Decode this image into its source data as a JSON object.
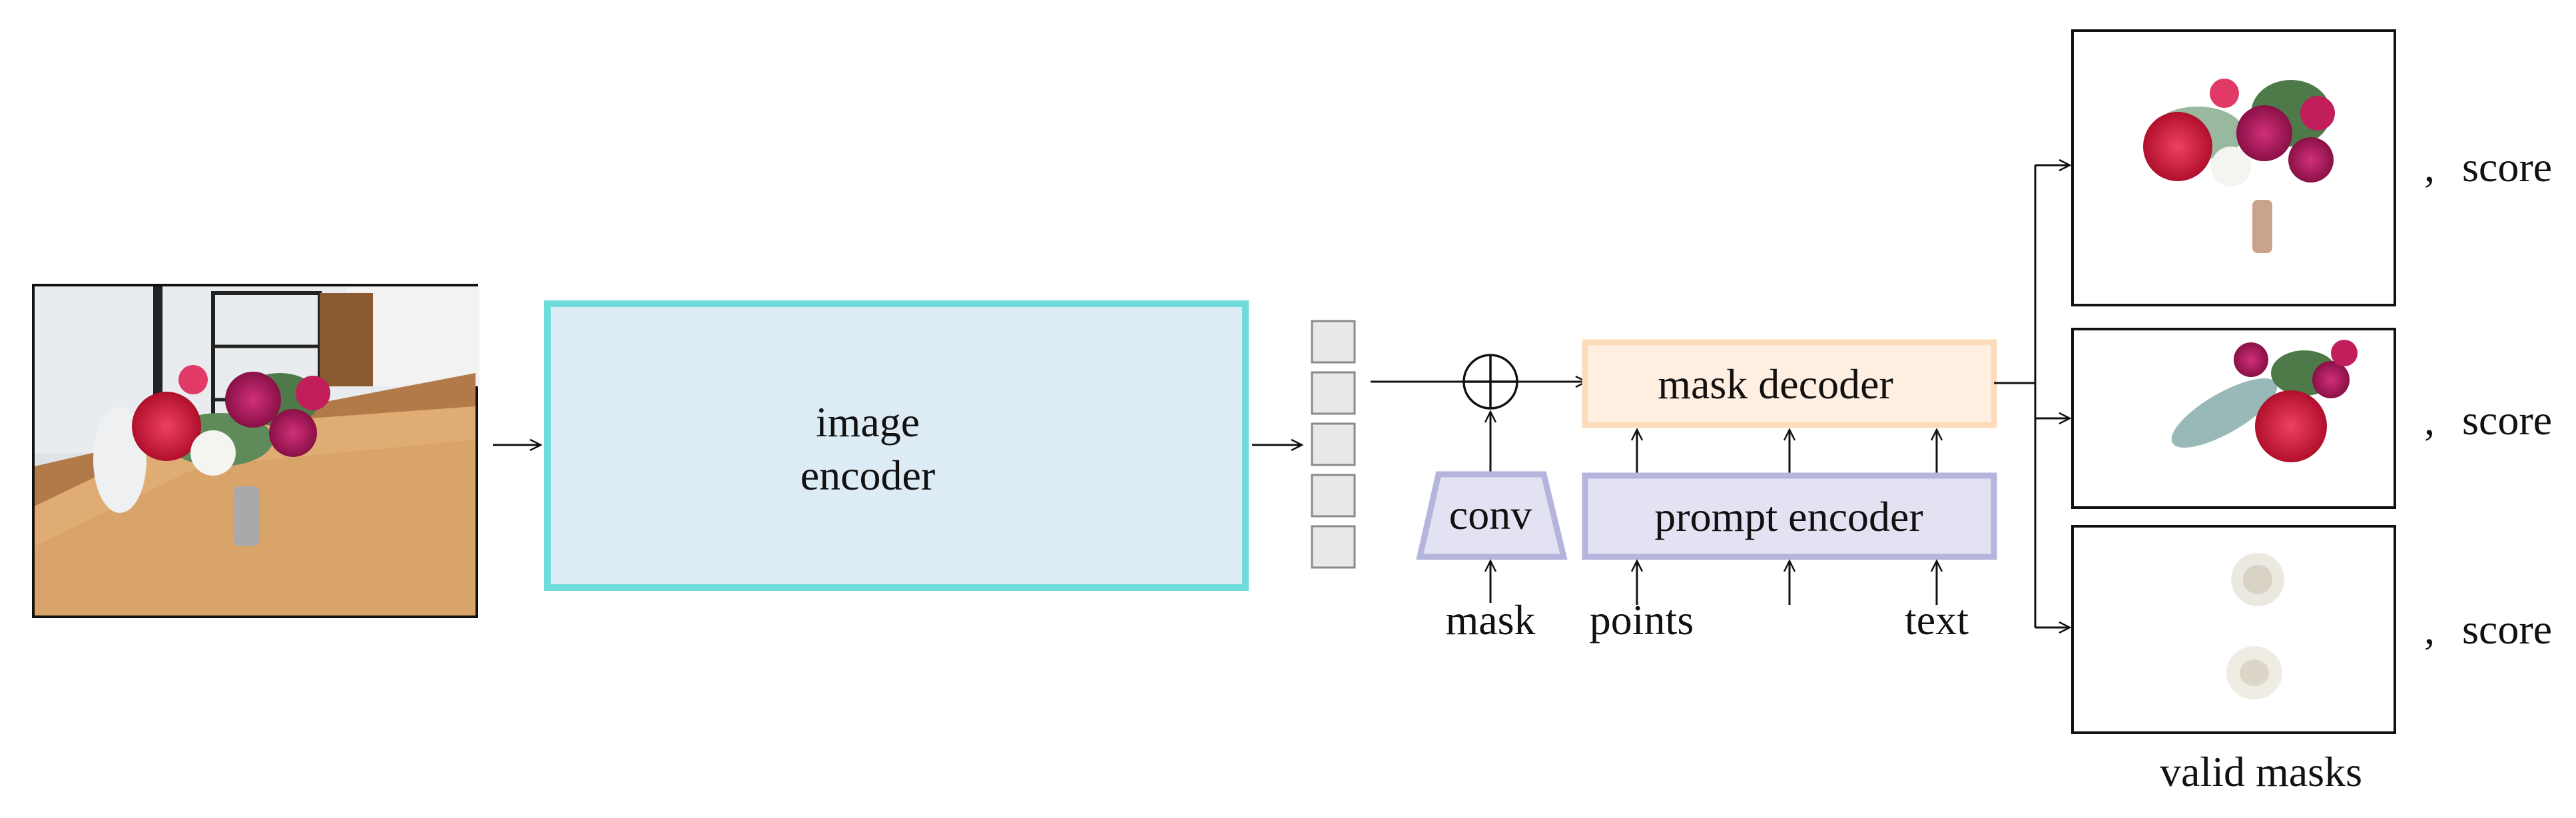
{
  "labels": {
    "image_encoder_line1": "image",
    "image_encoder_line2": "encoder",
    "conv": "conv",
    "mask": "mask",
    "mask_decoder": "mask decoder",
    "prompt_encoder": "prompt encoder",
    "points": "points",
    "text": "text",
    "valid_masks": "valid masks"
  },
  "outputs": [
    {
      "separator": ",",
      "score_label": "score"
    },
    {
      "separator": ",",
      "score_label": "score"
    },
    {
      "separator": ",",
      "score_label": "score"
    }
  ],
  "colors": {
    "image_encoder_fill": "#dcebf4",
    "image_encoder_border": "#6fdcdc",
    "mask_decoder_fill": "#feefe0",
    "mask_decoder_border": "#fddcbc",
    "prompt_encoder_fill": "#e2e2f2",
    "prompt_encoder_border": "#b4b4dc",
    "conv_fill": "#e2e2f2",
    "conv_border": "#b4b4dc",
    "embedding_cell_fill": "#e8e8e8",
    "embedding_cell_border": "#8a8a8a",
    "line": "#111111"
  }
}
